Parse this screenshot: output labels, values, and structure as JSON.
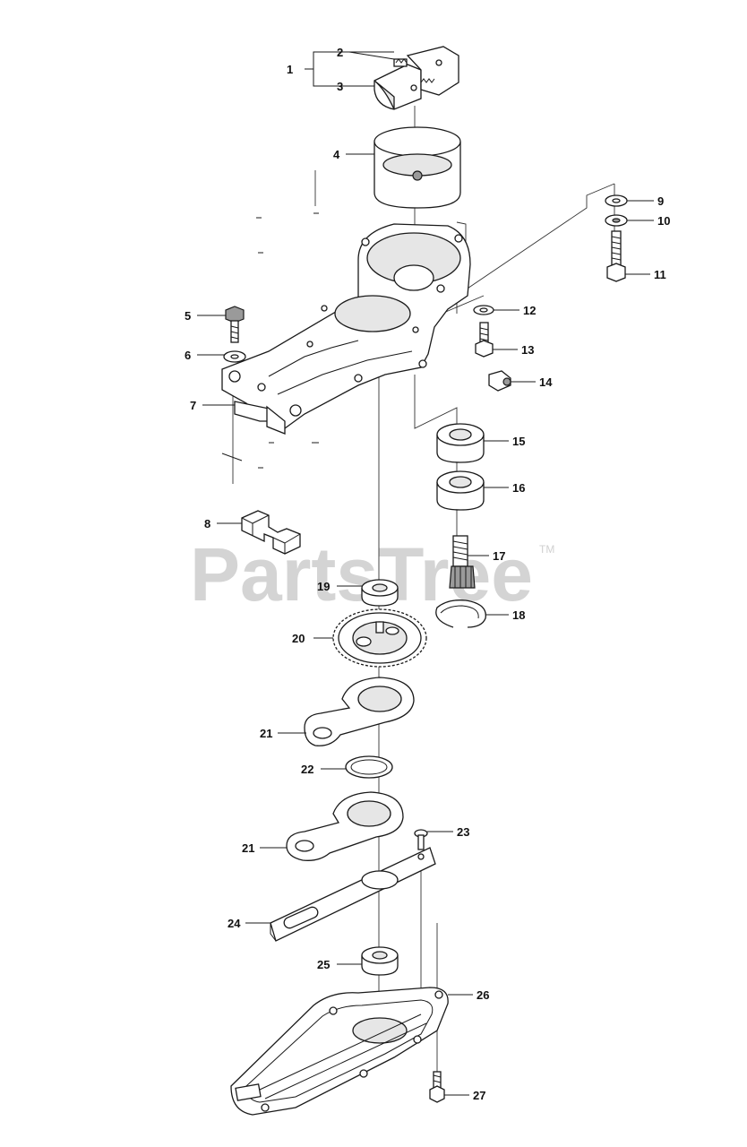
{
  "watermark": {
    "text": "PartsTree",
    "trademark": "TM"
  },
  "callouts": [
    "1",
    "2",
    "3",
    "4",
    "5",
    "6",
    "7",
    "8",
    "9",
    "10",
    "11",
    "12",
    "13",
    "14",
    "15",
    "16",
    "17",
    "18",
    "19",
    "20",
    "21",
    "21",
    "22",
    "23",
    "24",
    "25",
    "26",
    "27"
  ]
}
